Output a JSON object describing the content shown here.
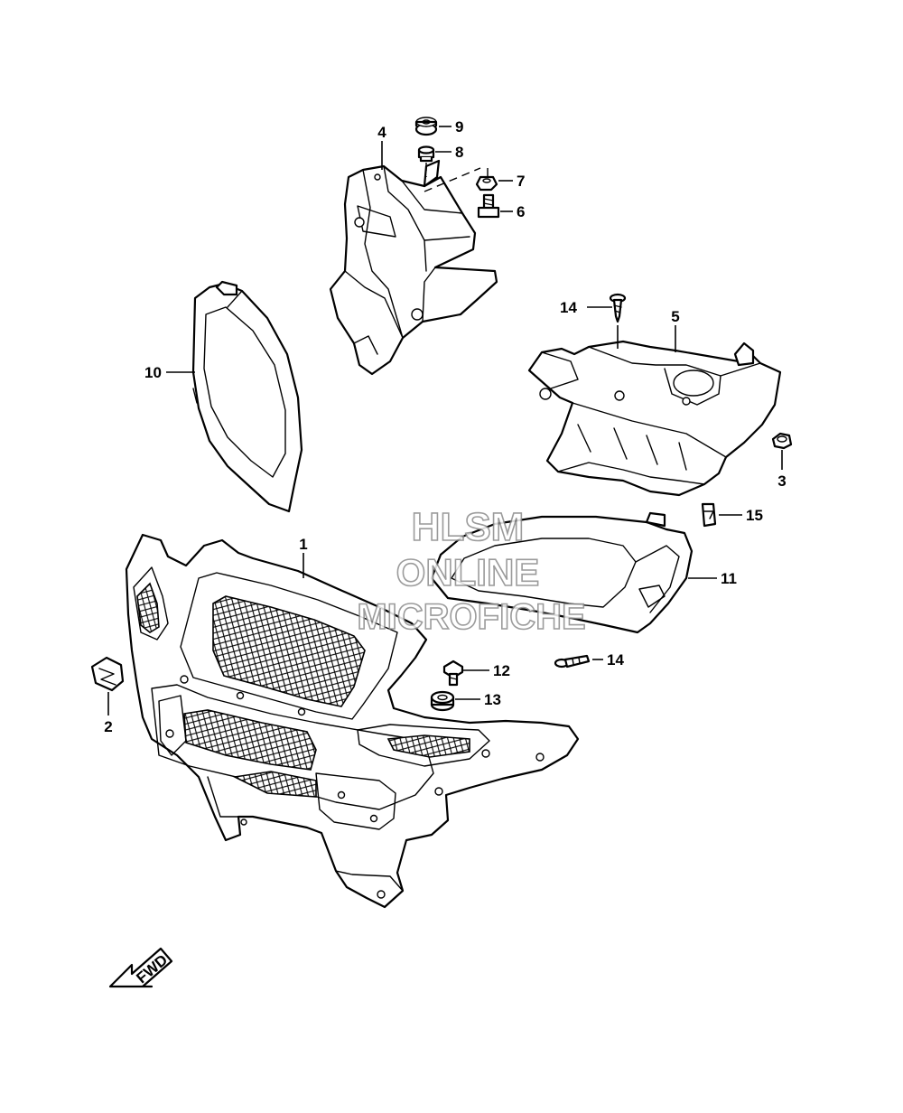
{
  "callouts": [
    {
      "label": "1"
    },
    {
      "label": "2"
    },
    {
      "label": "3"
    },
    {
      "label": "4"
    },
    {
      "label": "5"
    },
    {
      "label": "6"
    },
    {
      "label": "7"
    },
    {
      "label": "8"
    },
    {
      "label": "9"
    },
    {
      "label": "10"
    },
    {
      "label": "11"
    },
    {
      "label": "12"
    },
    {
      "label": "13"
    },
    {
      "label": "14"
    },
    {
      "label": "14"
    },
    {
      "label": "15"
    }
  ],
  "watermark": {
    "line1": "HLSM",
    "line2": "ONLINE",
    "line3": "MICROFICHE",
    "color": "#8a8a8a"
  },
  "direction_marker": {
    "label": "FWD"
  },
  "colors": {
    "line": "#000000",
    "background": "#ffffff"
  }
}
